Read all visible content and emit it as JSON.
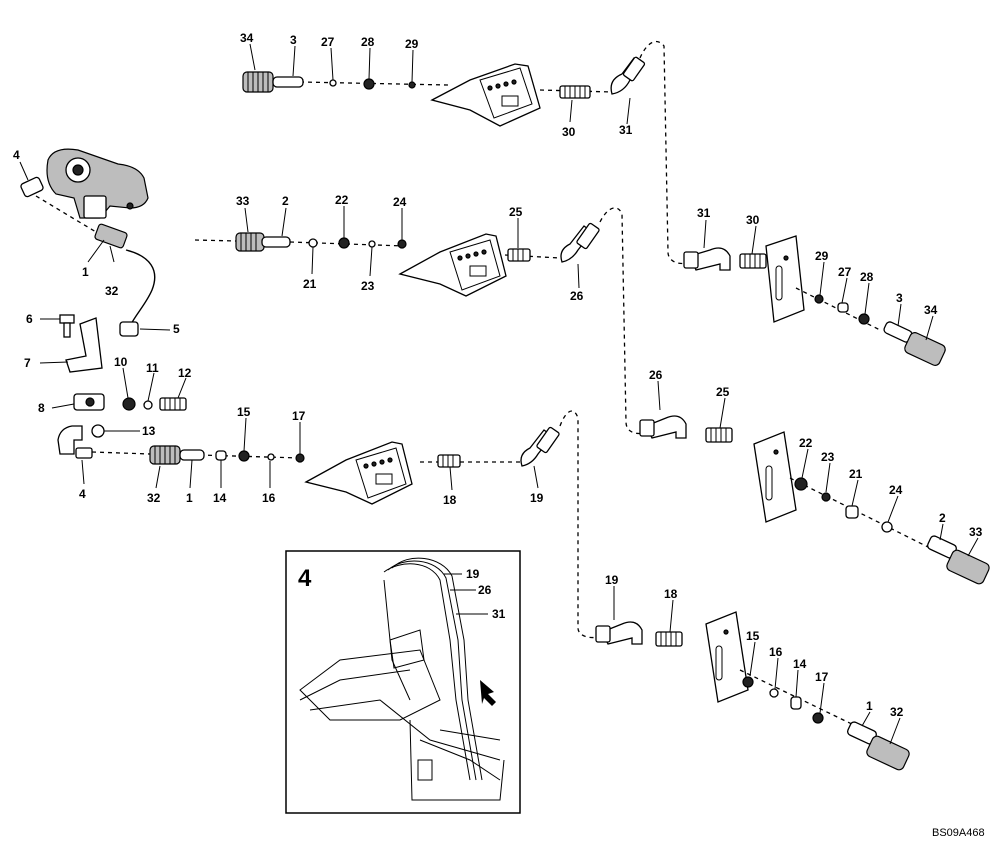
{
  "drawing_id": "BS09A468",
  "inset": {
    "view_number": "4",
    "labels": [
      "19",
      "26",
      "31"
    ]
  },
  "callouts": {
    "a1": "34",
    "a2": "3",
    "a3": "27",
    "a4": "28",
    "a5": "29",
    "a6": "30",
    "a7": "31",
    "b1": "33",
    "b2": "2",
    "b3": "22",
    "b4": "24",
    "b5": "25",
    "b6": "21",
    "b7": "23",
    "b8": "26",
    "c1": "4",
    "c2": "1",
    "c3": "32",
    "c4": "6",
    "c5": "5",
    "c6": "7",
    "c7": "10",
    "c8": "11",
    "c9": "12",
    "c10": "8",
    "c11": "13",
    "c12": "4",
    "d1": "15",
    "d2": "17",
    "d3": "32",
    "d4": "1",
    "d5": "14",
    "d6": "16",
    "d7": "18",
    "d8": "19",
    "r1": "31",
    "r2": "30",
    "r3": "29",
    "r4": "27",
    "r5": "28",
    "r6": "3",
    "r7": "34",
    "s1": "26",
    "s2": "25",
    "s3": "22",
    "s4": "23",
    "s5": "21",
    "s6": "24",
    "s7": "2",
    "s8": "33",
    "t1": "19",
    "t2": "18",
    "t3": "15",
    "t4": "16",
    "t5": "14",
    "t6": "17",
    "t7": "1",
    "t8": "32"
  }
}
